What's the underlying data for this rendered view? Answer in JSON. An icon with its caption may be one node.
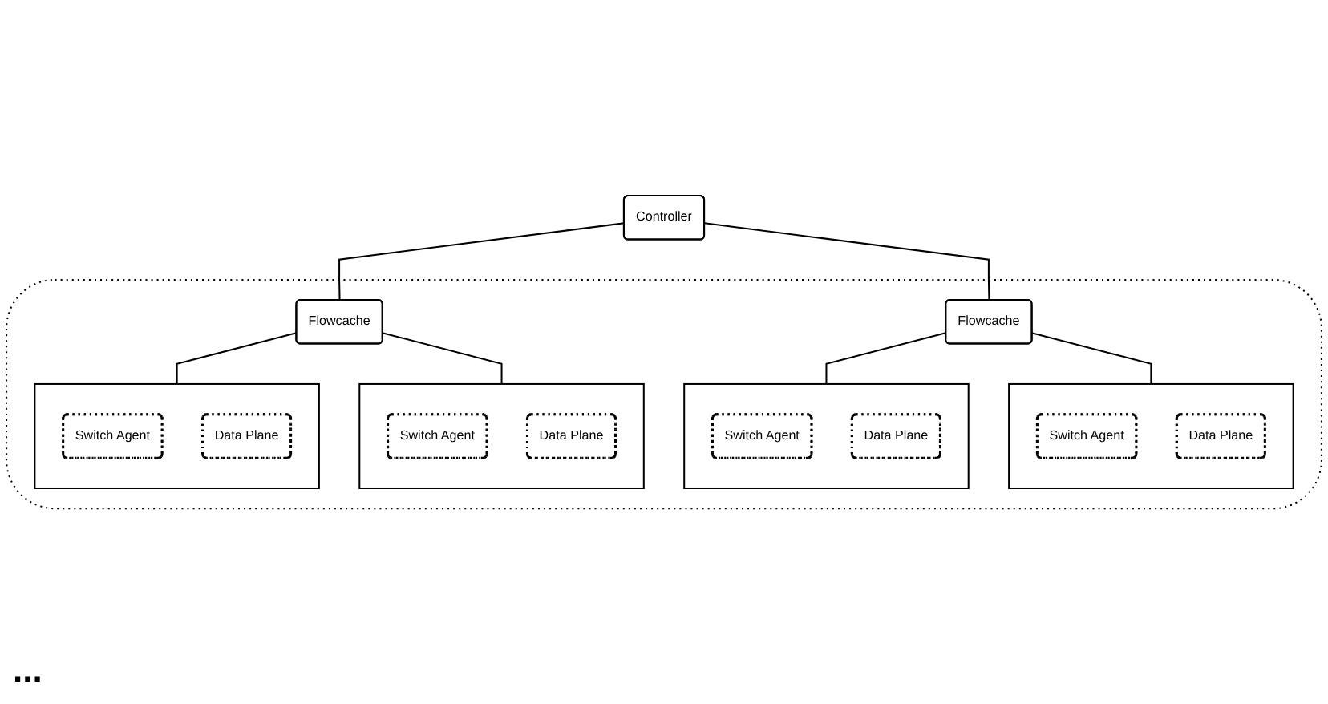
{
  "diagram": {
    "nodes": [
      {
        "text": [
          "Controller"
        ]
      },
      {
        "text": [],
        "shape": "ellipse"
      },
      {
        "text": [
          "Flowcache"
        ],
        "in": 1
      },
      {
        "text": [],
        "shape": "box",
        "in": 1
      },
      {
        "text": [
          "Switch Agent"
        ],
        "in": 3
      },
      {
        "text": [
          "Data Plane"
        ],
        "in": 3
      },
      {
        "text": [],
        "shape": "box",
        "in": 1
      },
      {
        "text": [
          "Switch Agent"
        ],
        "in": 6
      },
      {
        "text": [
          "Data Plane"
        ],
        "in": 6
      },
      {
        "text": [
          "Flowcache"
        ],
        "in": 1
      },
      {
        "text": [],
        "shape": "box",
        "in": 1
      },
      {
        "text": [
          "Switch Agent"
        ],
        "in": 10
      },
      {
        "text": [
          "Data Plane"
        ],
        "in": 10
      },
      {
        "text": [],
        "shape": "box",
        "in": 1
      },
      {
        "text": [
          "Switch Agent"
        ],
        "in": 13
      },
      {
        "text": [
          "Data Plane"
        ],
        "in": 13
      }
    ],
    "edges": [
      {
        "from": 0,
        "to": 2,
        "arrow": "none"
      },
      {
        "from": 0,
        "to": 9,
        "arrow": "none"
      },
      {
        "from": 2,
        "to": 3,
        "arrow": "none"
      },
      {
        "from": 2,
        "to": 6,
        "arrow": "none"
      },
      {
        "from": 9,
        "to": 10,
        "arrow": "none"
      },
      {
        "from": 9,
        "to": 13,
        "arrow": "none"
      }
    ],
    "labels": [
      "..."
    ]
  }
}
